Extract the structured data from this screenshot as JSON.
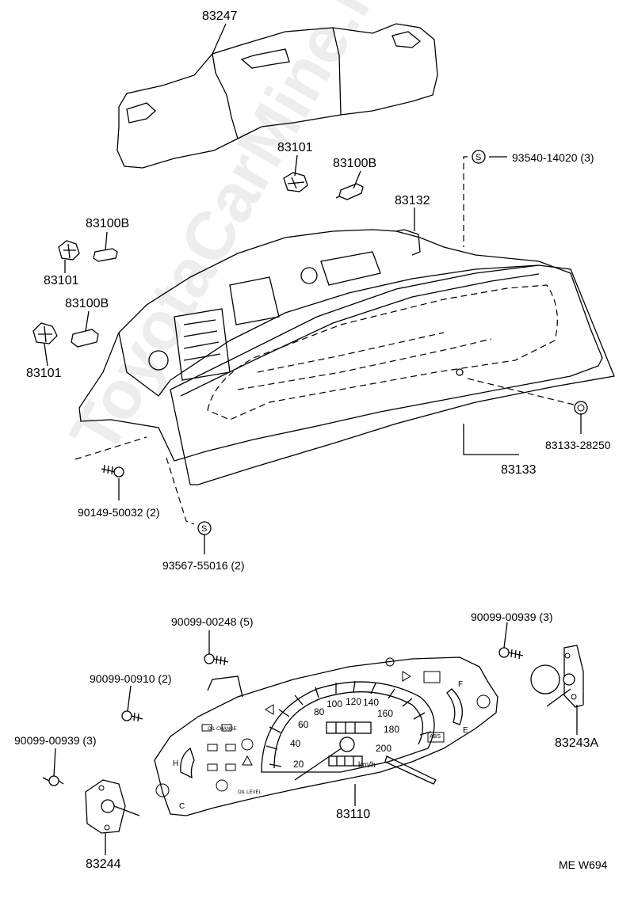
{
  "diagram": {
    "watermark": "ToyotaCarMine.ru",
    "drawing_code": "ME W694",
    "parts": [
      {
        "id": "p83247",
        "label": "83247"
      },
      {
        "id": "p83101a",
        "label": "83101"
      },
      {
        "id": "p83100Ba",
        "label": "83100B"
      },
      {
        "id": "p93540",
        "label": "93540-14020 (3)"
      },
      {
        "id": "p83132",
        "label": "83132"
      },
      {
        "id": "p83100Bb",
        "label": "83100B"
      },
      {
        "id": "p83101b",
        "label": "83101"
      },
      {
        "id": "p83100Bc",
        "label": "83100B"
      },
      {
        "id": "p83101c",
        "label": "83101"
      },
      {
        "id": "p83133_28250",
        "label": "83133-28250"
      },
      {
        "id": "p83133",
        "label": "83133"
      },
      {
        "id": "p90149",
        "label": "90149-50032 (2)"
      },
      {
        "id": "p93567",
        "label": "93567-55016 (2)"
      },
      {
        "id": "p90099_00248",
        "label": "90099-00248 (5)"
      },
      {
        "id": "p90099_00939a",
        "label": "90099-00939 (3)"
      },
      {
        "id": "p90099_00910",
        "label": "90099-00910 (2)"
      },
      {
        "id": "p90099_00939b",
        "label": "90099-00939 (3)"
      },
      {
        "id": "p83243A",
        "label": "83243A"
      },
      {
        "id": "p83110",
        "label": "83110"
      },
      {
        "id": "p83244",
        "label": "83244"
      }
    ],
    "symbols": {
      "s_mark": "S"
    },
    "speedometer": {
      "ticks": [
        "20",
        "40",
        "60",
        "80",
        "100",
        "120",
        "140",
        "160",
        "180",
        "200"
      ],
      "unit": "km/h"
    },
    "gauge_marks": {
      "h": "H",
      "c": "C",
      "f": "F",
      "e": "E"
    },
    "warning_texts": {
      "oil_change": "OIL CHANGE",
      "oil_level": "OIL LEVEL",
      "abs": "ABS"
    }
  }
}
